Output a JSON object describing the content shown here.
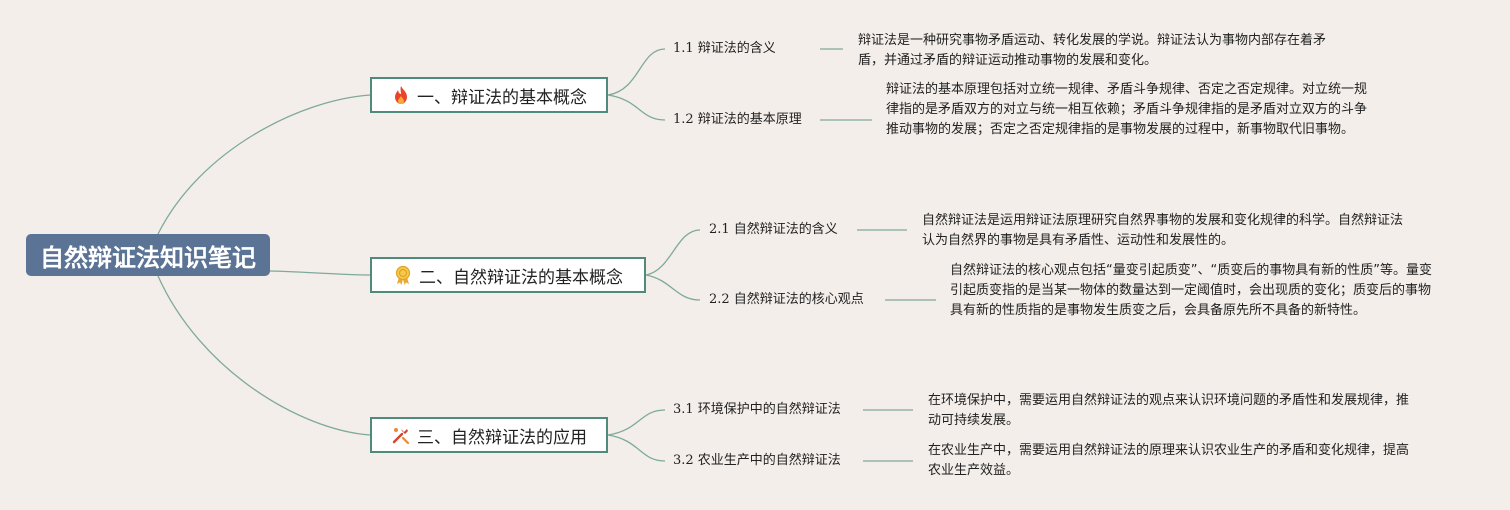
{
  "root": {
    "title": "自然辩证法知识笔记"
  },
  "branches": [
    {
      "title": "一、辩证法的基本概念",
      "icon": "fire-icon",
      "items": [
        {
          "title": "1.1 辩证法的含义",
          "desc": "辩证法是一种研究事物矛盾运动、转化发展的学说。辩证法认为事物内部存在着矛盾，并通过矛盾的辩证运动推动事物的发展和变化。"
        },
        {
          "title": "1.2 辩证法的基本原理",
          "desc": "辩证法的基本原理包括对立统一规律、矛盾斗争规律、否定之否定规律。对立统一规律指的是矛盾双方的对立与统一相互依赖；矛盾斗争规律指的是矛盾对立双方的斗争推动事物的发展；否定之否定规律指的是事物发展的过程中，新事物取代旧事物。"
        }
      ]
    },
    {
      "title": "二、自然辩证法的基本概念",
      "icon": "medal-icon",
      "items": [
        {
          "title": "2.1 自然辩证法的含义",
          "desc": "自然辩证法是运用辩证法原理研究自然界事物的发展和变化规律的科学。自然辩证法认为自然界的事物是具有矛盾性、运动性和发展性的。"
        },
        {
          "title": "2.2 自然辩证法的核心观点",
          "desc": "自然辩证法的核心观点包括“量变引起质变”、“质变后的事物具有新的性质”等。量变引起质变指的是当某一物体的数量达到一定阈值时，会出现质的变化；质变后的事物具有新的性质指的是事物发生质变之后，会具备原先所不具备的新特性。"
        }
      ]
    },
    {
      "title": "三、自然辩证法的应用",
      "icon": "tools-icon",
      "items": [
        {
          "title": "3.1 环境保护中的自然辩证法",
          "desc": "在环境保护中，需要运用自然辩证法的观点来认识环境问题的矛盾性和发展规律，推动可持续发展。"
        },
        {
          "title": "3.2 农业生产中的自然辩证法",
          "desc": "在农业生产中，需要运用自然辩证法的原理来认识农业生产的矛盾和变化规律，提高农业生产效益。"
        }
      ]
    }
  ],
  "colors": {
    "background": "#f3eee9",
    "root": "#5b7395",
    "branch_border": "#4f8b7c",
    "link": "#7fa99b"
  }
}
